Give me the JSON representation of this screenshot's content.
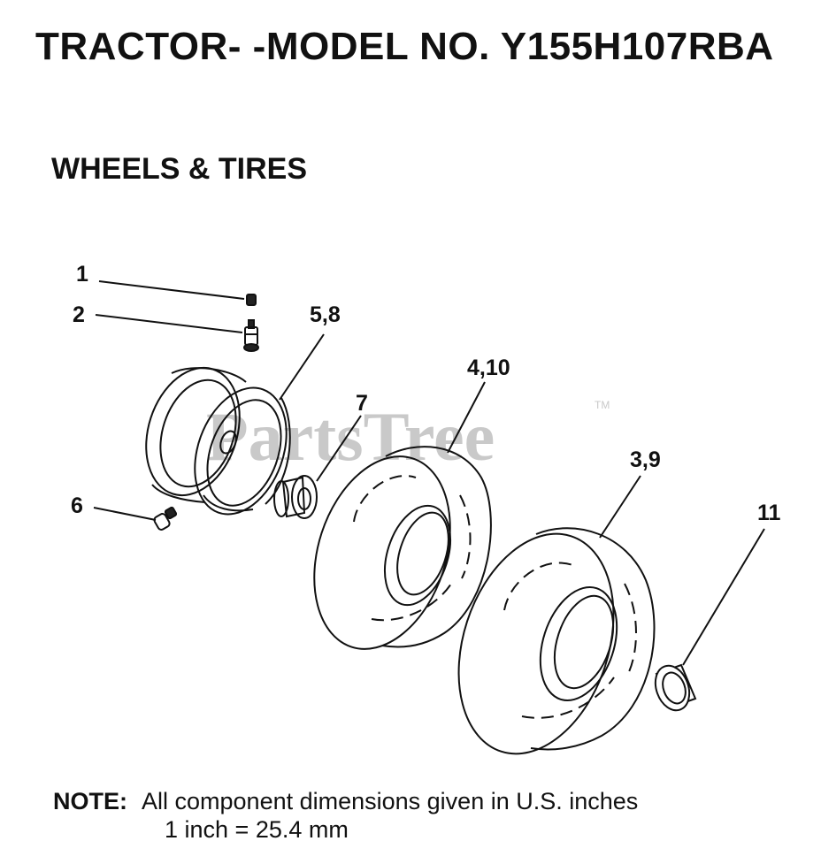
{
  "header": {
    "title": "TRACTOR- -MODEL NO. Y155H107RBA",
    "section": "WHEELS & TIRES"
  },
  "watermark": {
    "text": "PartsTree",
    "trademark": "TM"
  },
  "callouts": [
    {
      "id": "c1",
      "label": "1"
    },
    {
      "id": "c2",
      "label": "2"
    },
    {
      "id": "c58",
      "label": "5,8"
    },
    {
      "id": "c7",
      "label": "7"
    },
    {
      "id": "c410",
      "label": "4,10"
    },
    {
      "id": "c39",
      "label": "3,9"
    },
    {
      "id": "c6",
      "label": "6"
    },
    {
      "id": "c11",
      "label": "11"
    }
  ],
  "note": {
    "label": "NOTE:",
    "line1": "All component dimensions given in U.S. inches",
    "line2": "1 inch = 25.4 mm"
  }
}
